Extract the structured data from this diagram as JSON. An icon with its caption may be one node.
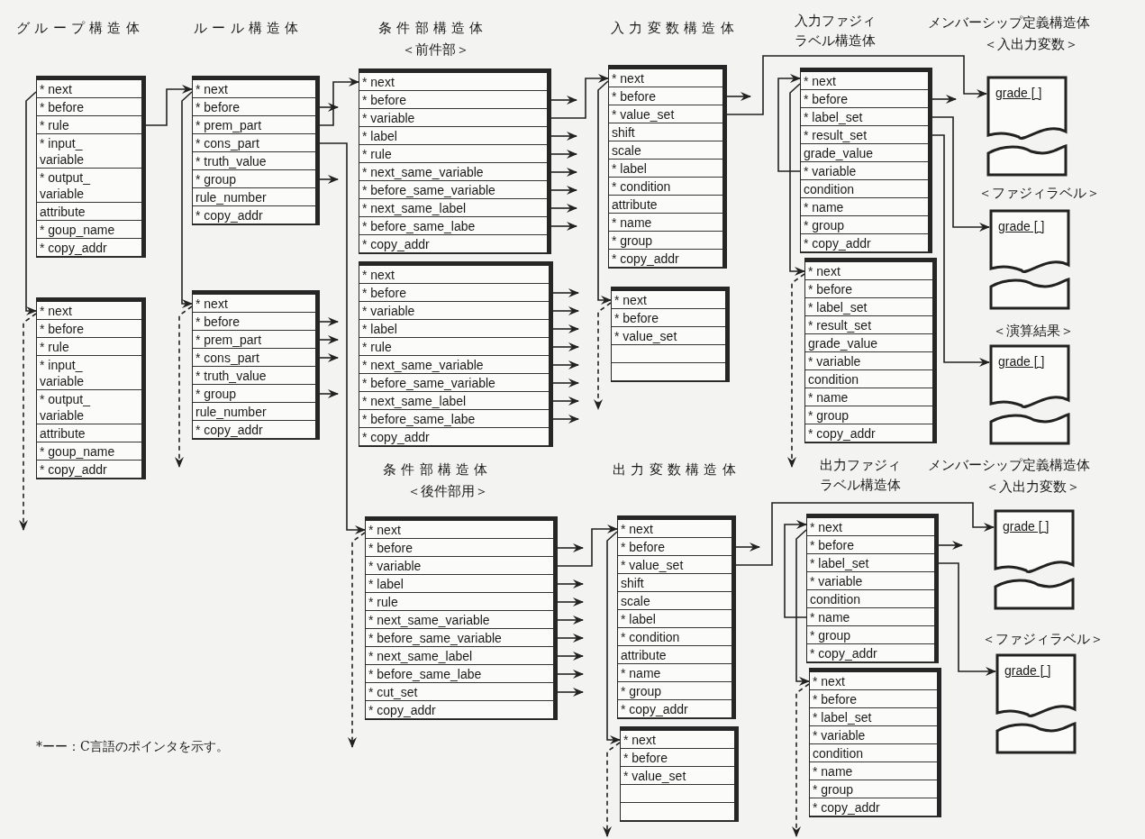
{
  "diagram": {
    "nodes": [
      {
        "text": [
          "* next",
          "* before",
          "* rule",
          "* input_ variable",
          "* output_ variable",
          "attribute",
          "* goup_name",
          "* copy_addr"
        ]
      },
      {
        "text": [
          "* next",
          "* before",
          "* rule",
          "* input_ variable",
          "* output_ variable",
          "attribute",
          "* goup_name",
          "* copy_addr"
        ]
      },
      {
        "text": [
          "* next",
          "* before",
          "* prem_part",
          "* cons_part",
          "* truth_value",
          "* group",
          "rule_number",
          "* copy_addr"
        ]
      },
      {
        "text": [
          "* next",
          "* before",
          "* prem_part",
          "* cons_part",
          "* truth_value",
          "* group",
          "rule_number",
          "* copy_addr"
        ]
      },
      {
        "text": [
          "* next",
          "* before",
          "* variable",
          "* label",
          "* rule",
          "* next_same_variable",
          "* before_same_variable",
          "* next_same_label",
          "* before_same_labe",
          "* copy_addr"
        ]
      },
      {
        "text": [
          "* next",
          "* before",
          "* variable",
          "* label",
          "* rule",
          "* next_same_variable",
          "* before_same_variable",
          "* next_same_label",
          "* before_same_labe",
          "* copy_addr"
        ]
      },
      {
        "text": [
          "* next",
          "* before",
          "* variable",
          "* label",
          "* rule",
          "* next_same_variable",
          "* before_same_variable",
          "* next_same_label",
          "* before_same_labe",
          "* cut_set",
          "* copy_addr"
        ]
      },
      {
        "text": [
          "* next",
          "* before",
          "* value_set",
          "shift",
          "scale",
          "* label",
          "* condition",
          "attribute",
          "* name",
          "* group",
          "* copy_addr"
        ]
      },
      {
        "text": [
          "* next",
          "* before",
          "* value_set"
        ]
      },
      {
        "text": [
          "* next",
          "* before",
          "* value_set",
          "shift",
          "scale",
          "* label",
          "* condition",
          "attribute",
          "* name",
          "* group",
          "* copy_addr"
        ]
      },
      {
        "text": [
          "* next",
          "* before",
          "* value_set"
        ]
      },
      {
        "text": [
          "* next",
          "* before",
          "* label_set",
          "* result_set",
          "grade_value",
          "* variable",
          "condition",
          "* name",
          "* group",
          "* copy_addr"
        ]
      },
      {
        "text": [
          "* next",
          "* before",
          "* label_set",
          "* result_set",
          "grade_value",
          "* variable",
          "condition",
          "* name",
          "* group",
          "* copy_addr"
        ]
      },
      {
        "text": [
          "* next",
          "* before",
          "* label_set",
          "* variable",
          "condition",
          "* name",
          "* group",
          "* copy_addr"
        ]
      },
      {
        "text": [
          "* next",
          "* before",
          "* label_set",
          "* variable",
          "condition",
          "* name",
          "* group",
          "* copy_addr"
        ]
      },
      {
        "text": [
          "grade [ ]"
        ]
      },
      {
        "text": [
          "grade [ ]"
        ]
      },
      {
        "text": [
          "grade [ ]"
        ]
      },
      {
        "text": [
          "grade [ ]"
        ]
      },
      {
        "text": [
          "grade [ ]"
        ]
      }
    ],
    "edges": [
      {
        "from": 0,
        "to": 1,
        "arrow": "to"
      },
      {
        "from": 1,
        "to": null,
        "arrow": "to",
        "style": "dashed"
      },
      {
        "from": 0,
        "to": 2,
        "arrow": "to"
      },
      {
        "from": 2,
        "to": 3,
        "arrow": "to"
      },
      {
        "from": 2,
        "to": null,
        "arrow": "to"
      },
      {
        "from": 2,
        "to": 4,
        "arrow": "to"
      },
      {
        "from": 2,
        "to": 6,
        "arrow": "to"
      },
      {
        "from": 2,
        "to": null,
        "arrow": "to"
      },
      {
        "from": 3,
        "to": null,
        "arrow": "to",
        "style": "dashed"
      },
      {
        "from": 3,
        "to": null,
        "arrow": "to"
      },
      {
        "from": 3,
        "to": null,
        "arrow": "to"
      },
      {
        "from": 3,
        "to": null,
        "arrow": "to"
      },
      {
        "from": 3,
        "to": null,
        "arrow": "to"
      },
      {
        "from": 4,
        "to": null,
        "arrow": "to"
      },
      {
        "from": 4,
        "to": 7,
        "arrow": "to"
      },
      {
        "from": 4,
        "to": null,
        "arrow": "to"
      },
      {
        "from": 4,
        "to": null,
        "arrow": "to"
      },
      {
        "from": 4,
        "to": null,
        "arrow": "to"
      },
      {
        "from": 4,
        "to": null,
        "arrow": "to"
      },
      {
        "from": 4,
        "to": null,
        "arrow": "to"
      },
      {
        "from": 4,
        "to": null,
        "arrow": "to"
      },
      {
        "from": 5,
        "to": null,
        "arrow": "to"
      },
      {
        "from": 5,
        "to": null,
        "arrow": "to"
      },
      {
        "from": 5,
        "to": null,
        "arrow": "to"
      },
      {
        "from": 5,
        "to": null,
        "arrow": "to"
      },
      {
        "from": 5,
        "to": null,
        "arrow": "to"
      },
      {
        "from": 5,
        "to": null,
        "arrow": "to"
      },
      {
        "from": 5,
        "to": null,
        "arrow": "to"
      },
      {
        "from": 5,
        "to": null,
        "arrow": "to"
      },
      {
        "from": 6,
        "to": null,
        "arrow": "to",
        "style": "dashed"
      },
      {
        "from": 6,
        "to": null,
        "arrow": "to"
      },
      {
        "from": 6,
        "to": 9,
        "arrow": "to"
      },
      {
        "from": 6,
        "to": null,
        "arrow": "to"
      },
      {
        "from": 6,
        "to": null,
        "arrow": "to"
      },
      {
        "from": 6,
        "to": null,
        "arrow": "to"
      },
      {
        "from": 6,
        "to": null,
        "arrow": "to"
      },
      {
        "from": 6,
        "to": null,
        "arrow": "to"
      },
      {
        "from": 6,
        "to": null,
        "arrow": "to"
      },
      {
        "from": 6,
        "to": null,
        "arrow": "to"
      },
      {
        "from": 7,
        "to": 8,
        "arrow": "to"
      },
      {
        "from": 7,
        "to": null,
        "arrow": "to"
      },
      {
        "from": 7,
        "to": 15,
        "arrow": "to"
      },
      {
        "from": 8,
        "to": null,
        "arrow": "to",
        "style": "dashed"
      },
      {
        "from": 9,
        "to": 10,
        "arrow": "to"
      },
      {
        "from": 9,
        "to": null,
        "arrow": "to"
      },
      {
        "from": 9,
        "to": 18,
        "arrow": "to"
      },
      {
        "from": 10,
        "to": null,
        "arrow": "to",
        "style": "dashed"
      },
      {
        "from": 11,
        "to": 11,
        "arrow": "to"
      },
      {
        "from": 11,
        "to": 12,
        "arrow": "to"
      },
      {
        "from": 11,
        "to": null,
        "arrow": "to"
      },
      {
        "from": 11,
        "to": 16,
        "arrow": "to"
      },
      {
        "from": 11,
        "to": 17,
        "arrow": "to"
      },
      {
        "from": 12,
        "to": null,
        "arrow": "to",
        "style": "dashed"
      },
      {
        "from": 13,
        "to": 13,
        "arrow": "to"
      },
      {
        "from": 13,
        "to": 14,
        "arrow": "to"
      },
      {
        "from": 13,
        "to": null,
        "arrow": "to"
      },
      {
        "from": 13,
        "to": 19,
        "arrow": "to"
      },
      {
        "from": 14,
        "to": null,
        "arrow": "to",
        "style": "dashed"
      }
    ],
    "labels": [
      "グループ構造体",
      "ルール構造体",
      "条件部構造体",
      "＜前件部＞",
      "入力変数構造体",
      "入力ファジィラベル構造体",
      "メンバーシップ定義構造体",
      "＜入出力変数＞",
      "＜ファジィラベル＞",
      "＜演算結果＞",
      "条件部構造体",
      "＜後件部用＞",
      "出力変数構造体",
      "出力ファジィラベル構造体",
      "メンバーシップ定義構造体",
      "＜入出力変数＞",
      "＜ファジィラベル＞",
      "*ーー：C言語のポインタを示す。"
    ]
  }
}
